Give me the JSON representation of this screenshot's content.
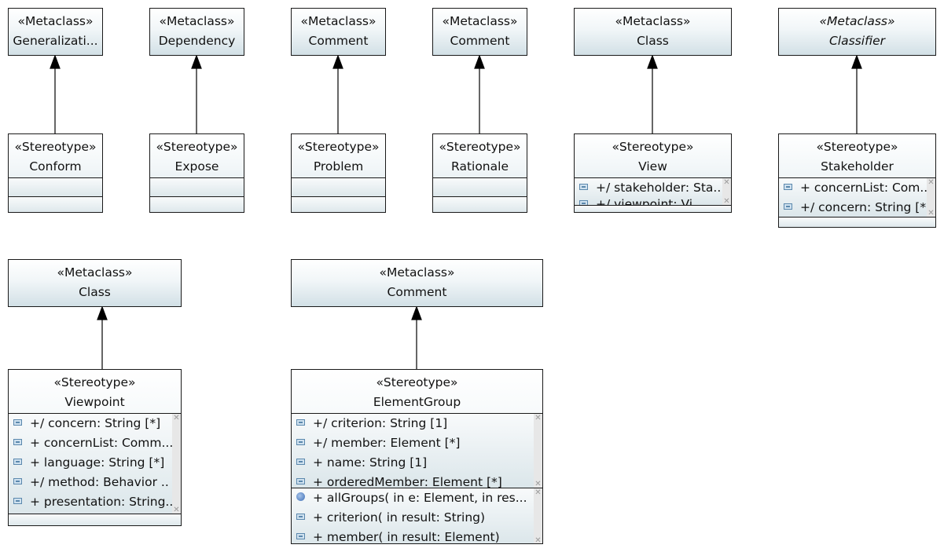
{
  "diagram": {
    "metaclasses": [
      {
        "stereo": "«Metaclass»",
        "name": "Generalizati..."
      },
      {
        "stereo": "«Metaclass»",
        "name": "Dependency"
      },
      {
        "stereo": "«Metaclass»",
        "name": "Comment"
      },
      {
        "stereo": "«Metaclass»",
        "name": "Comment"
      },
      {
        "stereo": "«Metaclass»",
        "name": "Class"
      },
      {
        "stereo": "«Metaclass»",
        "name": "Classifier"
      },
      {
        "stereo": "«Metaclass»",
        "name": "Class"
      },
      {
        "stereo": "«Metaclass»",
        "name": "Comment"
      }
    ],
    "stereotypes": [
      {
        "stereo": "«Stereotype»",
        "name": "Conform",
        "attributes": []
      },
      {
        "stereo": "«Stereotype»",
        "name": "Expose",
        "attributes": []
      },
      {
        "stereo": "«Stereotype»",
        "name": "Problem",
        "attributes": []
      },
      {
        "stereo": "«Stereotype»",
        "name": "Rationale",
        "attributes": []
      },
      {
        "stereo": "«Stereotype»",
        "name": "View",
        "attributes": [
          "+/ stakeholder: Sta..",
          "+/ viewpoint: Vi..."
        ]
      },
      {
        "stereo": "«Stereotype»",
        "name": "Stakeholder",
        "attributes": [
          "+ concernList: Com..",
          "+/ concern: String [*"
        ]
      },
      {
        "stereo": "«Stereotype»",
        "name": "Viewpoint",
        "attributes": [
          "+/ concern: String [*]",
          "+ concernList: Comm...",
          "+ language: String [*]",
          "+/ method: Behavior ..",
          "+ presentation: String.."
        ]
      },
      {
        "stereo": "«Stereotype»",
        "name": "ElementGroup",
        "attributes": [
          "+/ criterion: String [1]",
          "+/ member: Element [*]",
          "+ name: String [1]",
          "+ orderedMember: Element [*]"
        ],
        "operations": [
          "+ allGroups(  in e: Element,   in res...",
          "+ criterion(  in result: String)",
          "+ member(  in result: Element)"
        ]
      }
    ]
  }
}
